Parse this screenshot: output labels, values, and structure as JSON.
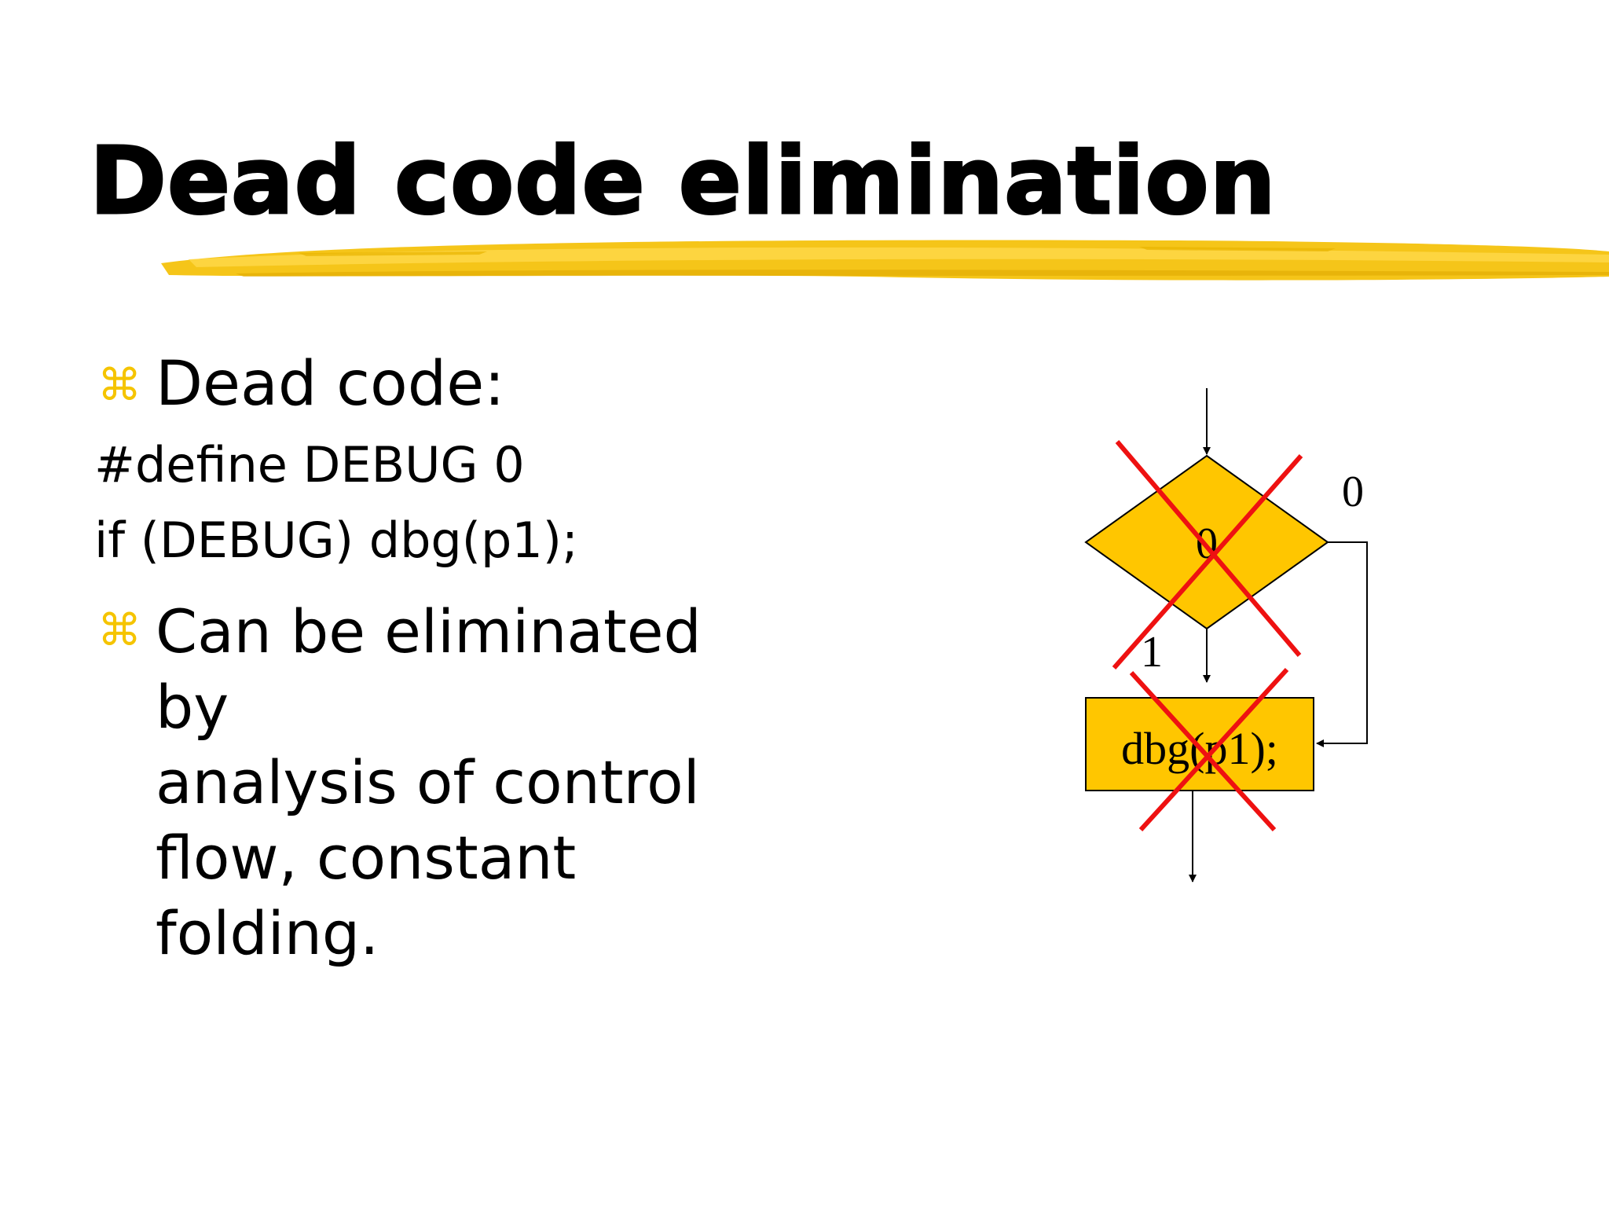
{
  "slide": {
    "title": "Dead code elimination",
    "bullet_glyph": "⌘",
    "bullet1": "Dead code:",
    "code_lines": [
      "#define DEBUG 0",
      "if (DEBUG) dbg(p1);"
    ],
    "bullet2_lines": [
      "Can be eliminated by",
      "analysis of control",
      "flow, constant",
      "folding."
    ]
  },
  "diagram": {
    "decision_label": "0",
    "false_branch_label": "0",
    "true_branch_label": "1",
    "statement_label": "dbg(p1);",
    "colors": {
      "node_fill": "#ffc600",
      "cross": "#ee1111",
      "accent": "#f5c400"
    }
  }
}
